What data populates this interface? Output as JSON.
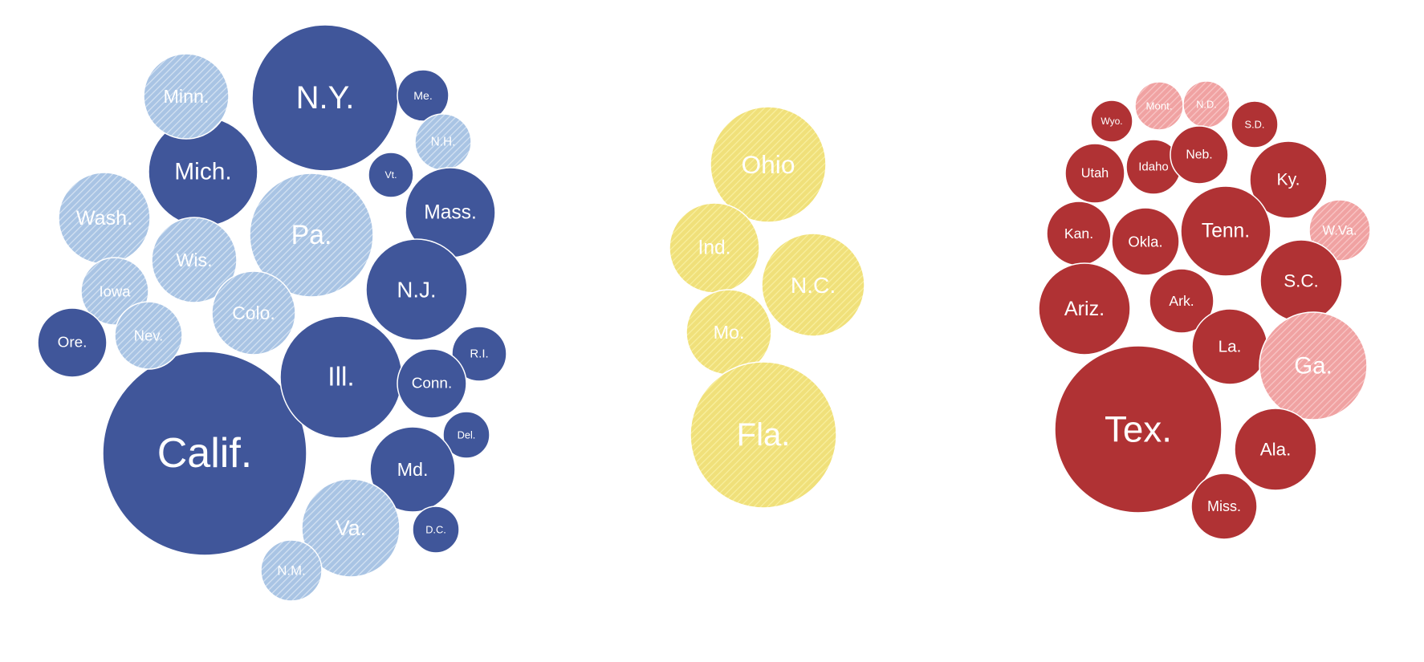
{
  "chart_data": {
    "type": "bubble-cluster",
    "colors": {
      "solid-blue": "#40569a",
      "lean-blue": "#a9c4e4",
      "tossup": "#f0e07a",
      "solid-red": "#b03234",
      "lean-red": "#f0a2a2"
    },
    "groups": [
      {
        "name": "blue",
        "bubbles": [
          {
            "label": "Calif.",
            "category": "solid-blue"
          },
          {
            "label": "N.Y.",
            "category": "solid-blue"
          },
          {
            "label": "Mich.",
            "category": "solid-blue"
          },
          {
            "label": "Minn.",
            "category": "lean-blue"
          },
          {
            "label": "Me.",
            "category": "solid-blue"
          },
          {
            "label": "N.H.",
            "category": "lean-blue"
          },
          {
            "label": "Vt.",
            "category": "solid-blue"
          },
          {
            "label": "Mass.",
            "category": "solid-blue"
          },
          {
            "label": "Wash.",
            "category": "lean-blue"
          },
          {
            "label": "Pa.",
            "category": "lean-blue"
          },
          {
            "label": "Wis.",
            "category": "lean-blue"
          },
          {
            "label": "N.J.",
            "category": "solid-blue"
          },
          {
            "label": "Iowa",
            "category": "lean-blue"
          },
          {
            "label": "Colo.",
            "category": "lean-blue"
          },
          {
            "label": "Ore.",
            "category": "solid-blue"
          },
          {
            "label": "Nev.",
            "category": "lean-blue"
          },
          {
            "label": "Ill.",
            "category": "solid-blue"
          },
          {
            "label": "R.I.",
            "category": "solid-blue"
          },
          {
            "label": "Conn.",
            "category": "solid-blue"
          },
          {
            "label": "Del.",
            "category": "solid-blue"
          },
          {
            "label": "Md.",
            "category": "solid-blue"
          },
          {
            "label": "Va.",
            "category": "lean-blue"
          },
          {
            "label": "D.C.",
            "category": "solid-blue"
          },
          {
            "label": "N.M.",
            "category": "lean-blue"
          }
        ]
      },
      {
        "name": "tossup",
        "bubbles": [
          {
            "label": "Ohio",
            "category": "tossup"
          },
          {
            "label": "Ind.",
            "category": "tossup"
          },
          {
            "label": "N.C.",
            "category": "tossup"
          },
          {
            "label": "Mo.",
            "category": "tossup"
          },
          {
            "label": "Fla.",
            "category": "tossup"
          }
        ]
      },
      {
        "name": "red",
        "bubbles": [
          {
            "label": "Mont.",
            "category": "lean-red"
          },
          {
            "label": "N.D.",
            "category": "lean-red"
          },
          {
            "label": "Wyo.",
            "category": "solid-red"
          },
          {
            "label": "S.D.",
            "category": "solid-red"
          },
          {
            "label": "Utah",
            "category": "solid-red"
          },
          {
            "label": "Idaho",
            "category": "solid-red"
          },
          {
            "label": "Neb.",
            "category": "solid-red"
          },
          {
            "label": "Ky.",
            "category": "solid-red"
          },
          {
            "label": "Kan.",
            "category": "solid-red"
          },
          {
            "label": "Okla.",
            "category": "solid-red"
          },
          {
            "label": "Tenn.",
            "category": "solid-red"
          },
          {
            "label": "W.Va.",
            "category": "lean-red"
          },
          {
            "label": "S.C.",
            "category": "solid-red"
          },
          {
            "label": "Ariz.",
            "category": "solid-red"
          },
          {
            "label": "Ark.",
            "category": "solid-red"
          },
          {
            "label": "La.",
            "category": "solid-red"
          },
          {
            "label": "Ga.",
            "category": "lean-red"
          },
          {
            "label": "Tex.",
            "category": "solid-red"
          },
          {
            "label": "Ala.",
            "category": "solid-red"
          },
          {
            "label": "Miss.",
            "category": "solid-red"
          }
        ]
      }
    ]
  }
}
